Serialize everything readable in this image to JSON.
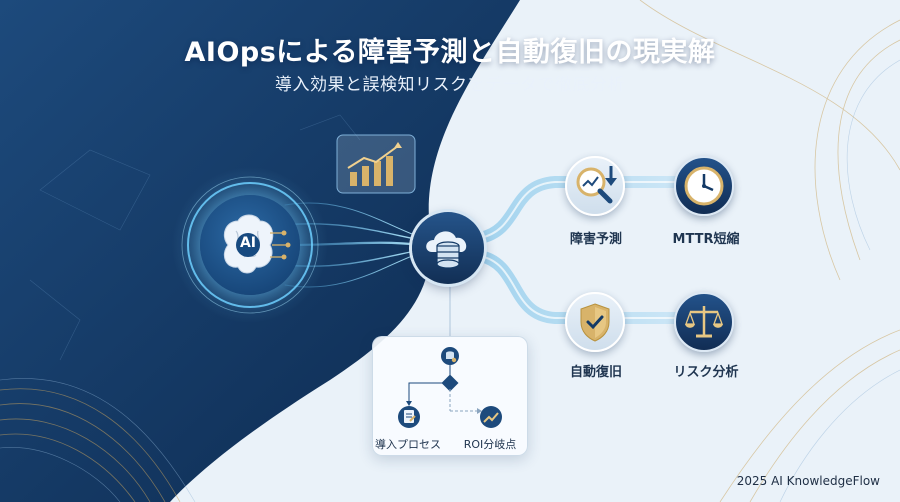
{
  "header": {
    "title": "AIOpsによる障害予測と自動復旧の現実解",
    "subtitle": "導入効果と誤検知リスクをデータで徹底分析"
  },
  "center": {
    "ai_label": "AI"
  },
  "nodes": [
    {
      "label": "障害予測",
      "icon": "magnifier-chart-icon"
    },
    {
      "label": "MTTR短縮",
      "icon": "clock-icon"
    },
    {
      "label": "自動復旧",
      "icon": "shield-check-icon"
    },
    {
      "label": "リスク分析",
      "icon": "balance-scale-icon"
    }
  ],
  "flow_panel": {
    "left_label": "導入プロセス",
    "right_label": "ROI分岐点"
  },
  "footer": {
    "credit": "2025 AI KnowledgeFlow"
  },
  "colors": {
    "navy": "#143a66",
    "accent": "#d8b36a",
    "glow": "#6fd0ff"
  }
}
